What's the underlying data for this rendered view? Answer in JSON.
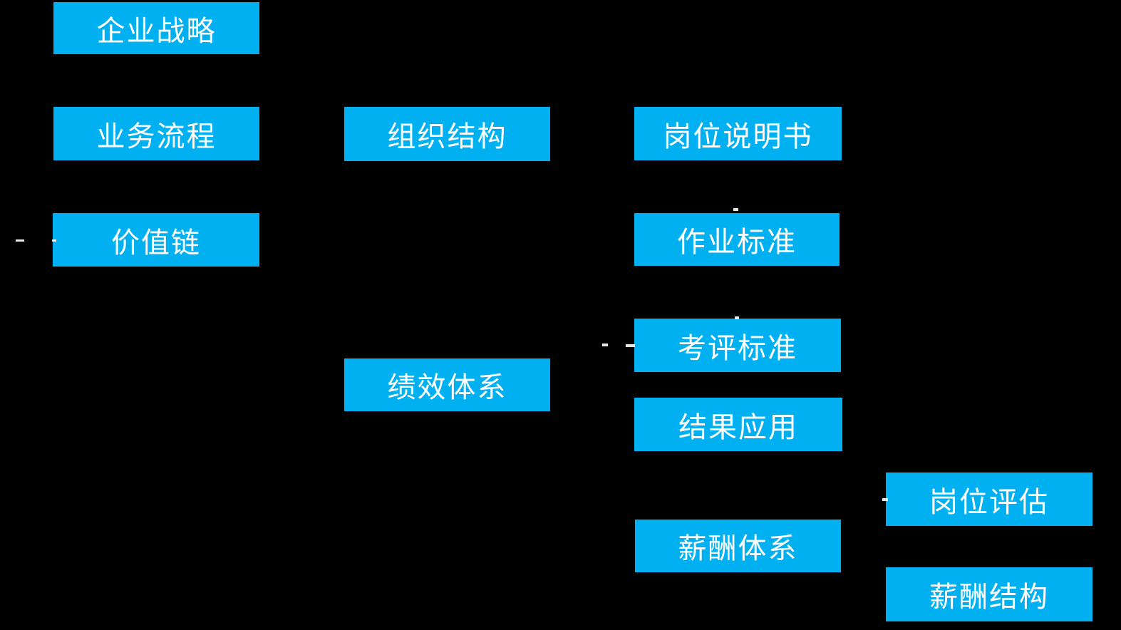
{
  "diagram": {
    "colors": {
      "background": "#000000",
      "node_fill": "#00b0f0",
      "node_text": "#ffffff"
    },
    "nodes": [
      {
        "id": "enterprise-strategy",
        "label": "企业战略"
      },
      {
        "id": "business-process",
        "label": "业务流程"
      },
      {
        "id": "value-chain",
        "label": "价值链"
      },
      {
        "id": "organization-structure",
        "label": "组织结构"
      },
      {
        "id": "performance-system",
        "label": "绩效体系"
      },
      {
        "id": "job-description",
        "label": "岗位说明书"
      },
      {
        "id": "operation-standard",
        "label": "作业标准"
      },
      {
        "id": "appraisal-standard",
        "label": "考评标准"
      },
      {
        "id": "result-application",
        "label": "结果应用"
      },
      {
        "id": "compensation-system",
        "label": "薪酬体系"
      },
      {
        "id": "job-evaluation",
        "label": "岗位评估"
      },
      {
        "id": "compensation-structure",
        "label": "薪酬结构"
      }
    ]
  }
}
